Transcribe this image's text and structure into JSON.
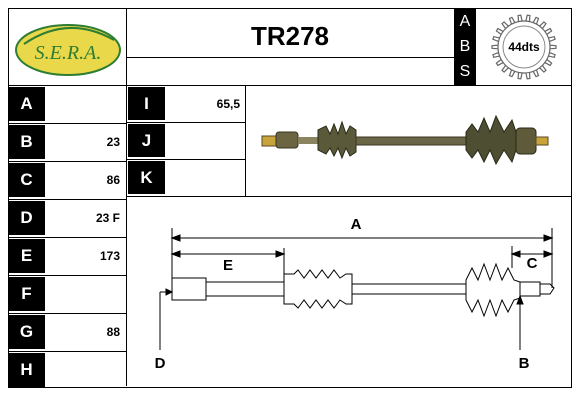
{
  "header": {
    "brand": "S.E.R.A.",
    "part_number": "TR278",
    "abs_letters": [
      "A",
      "B",
      "S"
    ],
    "abs_teeth": "44dts"
  },
  "spec_rows": [
    {
      "key": "A",
      "value": ""
    },
    {
      "key": "B",
      "value": "23"
    },
    {
      "key": "C",
      "value": "86"
    },
    {
      "key": "D",
      "value": "23 F"
    },
    {
      "key": "E",
      "value": "173"
    },
    {
      "key": "F",
      "value": ""
    },
    {
      "key": "G",
      "value": "88"
    },
    {
      "key": "H",
      "value": ""
    }
  ],
  "spec_rows_right": [
    {
      "key": "I",
      "value": "65,5"
    },
    {
      "key": "J",
      "value": ""
    },
    {
      "key": "K",
      "value": ""
    }
  ],
  "diagram": {
    "labels": {
      "A": "A",
      "E": "E",
      "C": "C",
      "D": "D",
      "B": "B"
    }
  },
  "colors": {
    "brand_green": "#2e7d32",
    "brand_yellow": "#e8d84a",
    "cell_black": "#000000"
  }
}
